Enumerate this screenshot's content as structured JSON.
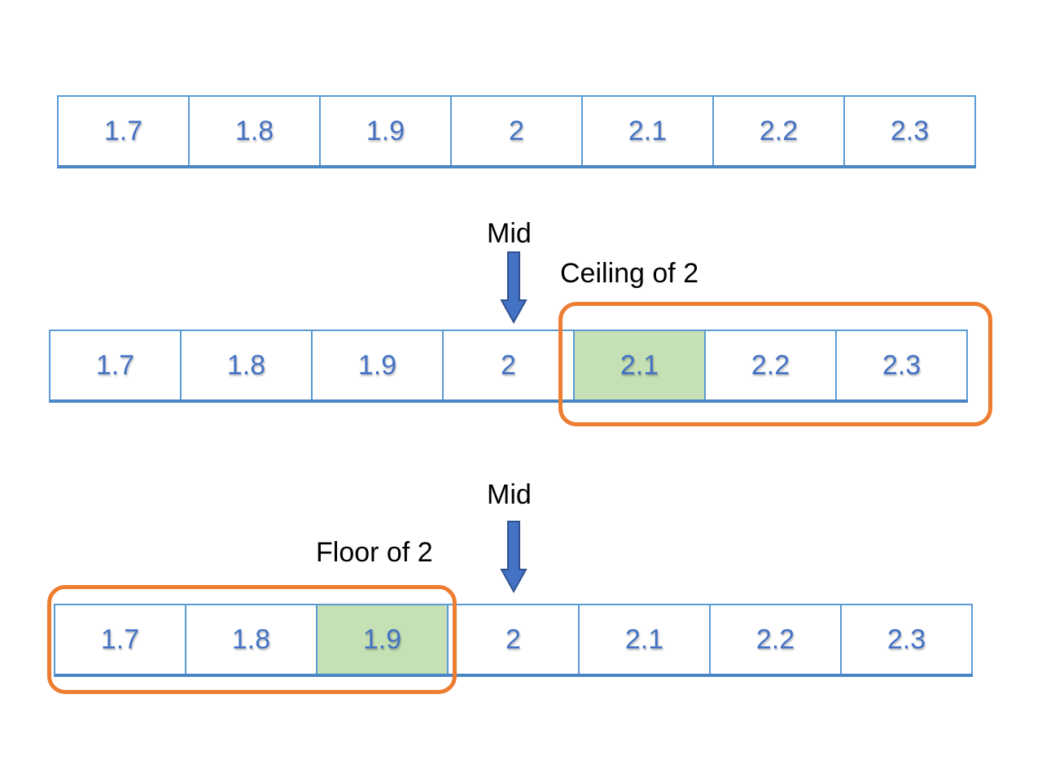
{
  "values": [
    "1.7",
    "1.8",
    "1.9",
    "2",
    "2.1",
    "2.2",
    "2.3"
  ],
  "rows": [
    {
      "cells": [
        "1.7",
        "1.8",
        "1.9",
        "2",
        "2.1",
        "2.2",
        "2.3"
      ],
      "highlight_index": null
    },
    {
      "cells": [
        "1.7",
        "1.8",
        "1.9",
        "2",
        "2.1",
        "2.2",
        "2.3"
      ],
      "highlight_index": 4,
      "mid_label": "Mid",
      "bracket_label": "Ceiling of 2"
    },
    {
      "cells": [
        "1.7",
        "1.8",
        "1.9",
        "2",
        "2.1",
        "2.2",
        "2.3"
      ],
      "highlight_index": 2,
      "mid_label": "Mid",
      "bracket_label": "Floor of 2"
    }
  ],
  "colors": {
    "cell_text": "#4472c4",
    "cell_border": "#5b9bd5",
    "highlight_fill": "#c5e0b4",
    "bracket": "#ed7d31",
    "arrow_fill": "#4472c4",
    "arrow_stroke": "#2f528f"
  },
  "icons": {
    "mid_pointer": "down-arrow-icon"
  }
}
